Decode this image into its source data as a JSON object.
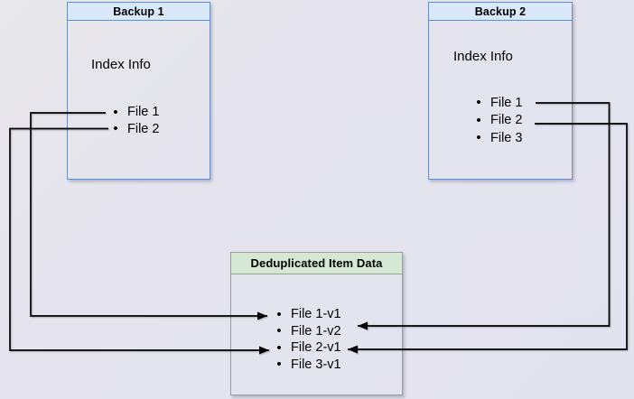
{
  "boxes": {
    "backup1": {
      "title": "Backup 1",
      "label": "Index Info",
      "items": [
        "File 1",
        "File 2"
      ]
    },
    "backup2": {
      "title": "Backup 2",
      "label": "Index Info",
      "items": [
        "File 1",
        "File 2",
        "File 3"
      ]
    },
    "dedup": {
      "title": "Deduplicated Item Data",
      "items": [
        "File 1-v1",
        "File 1-v2",
        "File 2-v1",
        "File 3-v1"
      ]
    }
  },
  "arrows": [
    {
      "from": "Backup 1 / File 1",
      "to": "File 1-v1"
    },
    {
      "from": "Backup 1 / File 2",
      "to": "File 2-v1"
    },
    {
      "from": "Backup 2 / File 1",
      "to": "File 1-v2"
    },
    {
      "from": "Backup 2 / File 2",
      "to": "File 2-v1"
    }
  ],
  "colors": {
    "background": "#e5e4ee",
    "blue_fill": "#dae8fc",
    "blue_border": "#6c8ebf",
    "green_fill": "#d5e8d4",
    "green_border": "#82b366",
    "arrow": "#000000",
    "text": "#000000"
  }
}
